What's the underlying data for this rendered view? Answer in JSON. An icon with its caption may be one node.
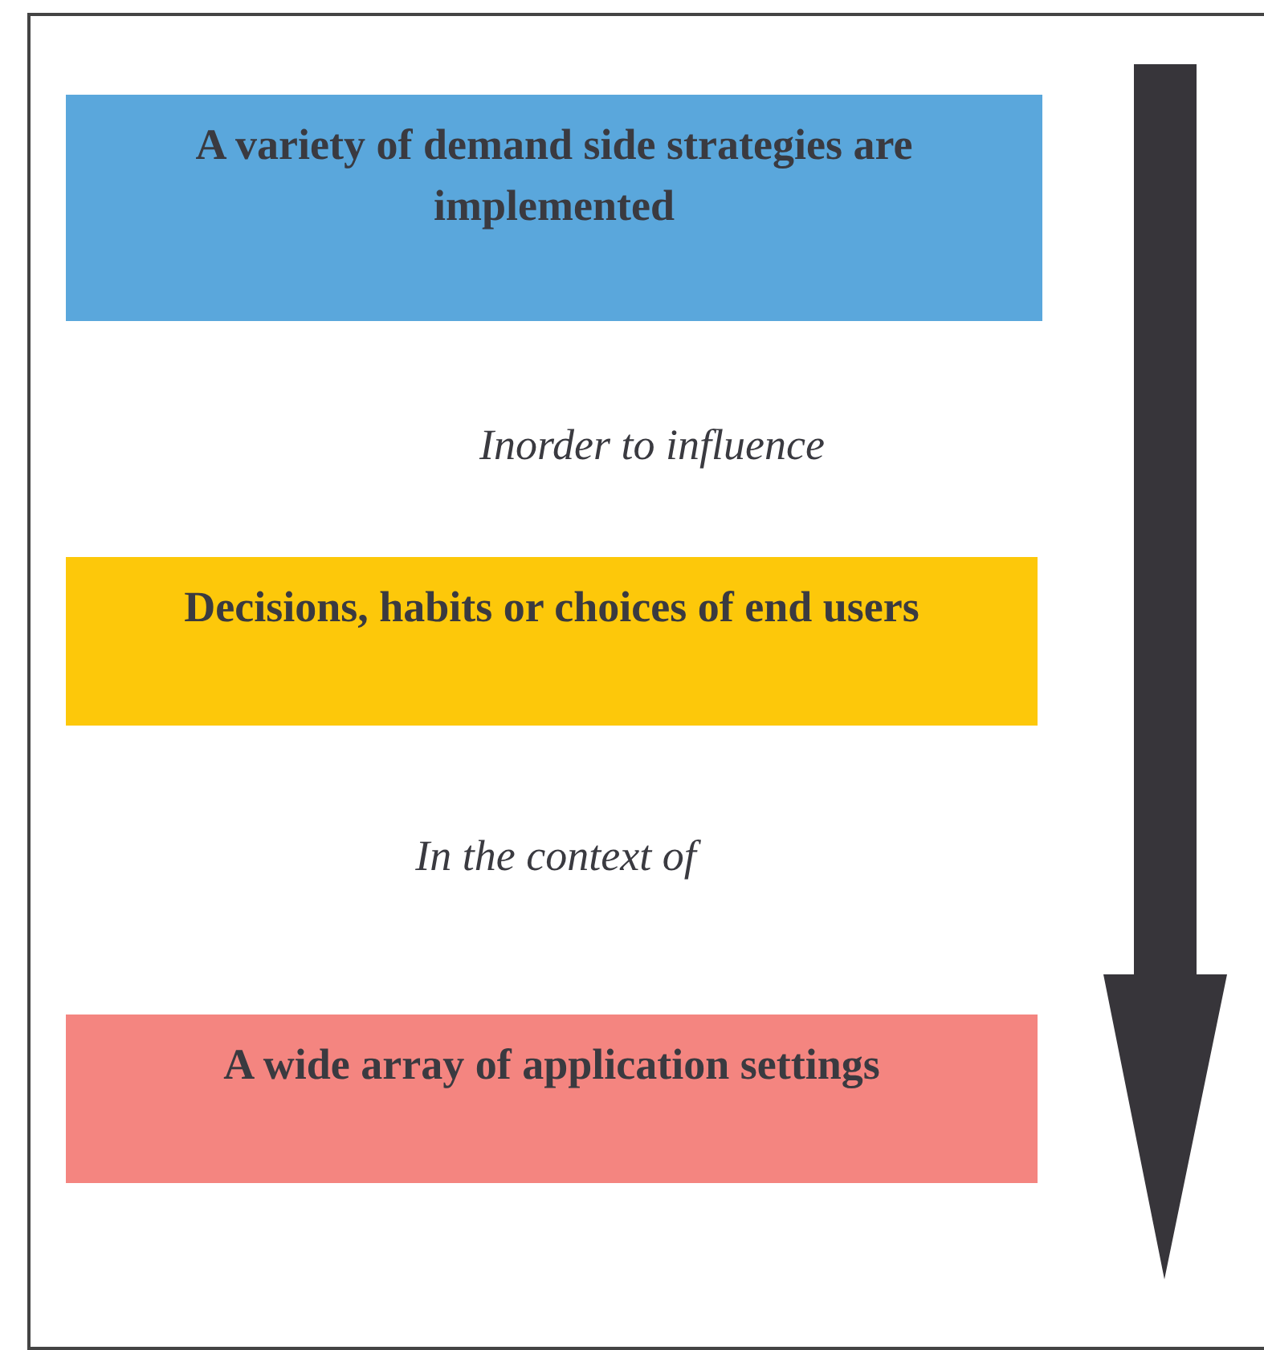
{
  "diagram": {
    "nodes": [
      {
        "text": [
          "A variety of demand side strategies are implemented"
        ]
      },
      {
        "text": [
          "Decisions, habits or choices of end users"
        ]
      },
      {
        "text": [
          "A wide array of application settings"
        ]
      }
    ],
    "labels": [
      "Inorder to influence",
      "In the context of"
    ]
  }
}
